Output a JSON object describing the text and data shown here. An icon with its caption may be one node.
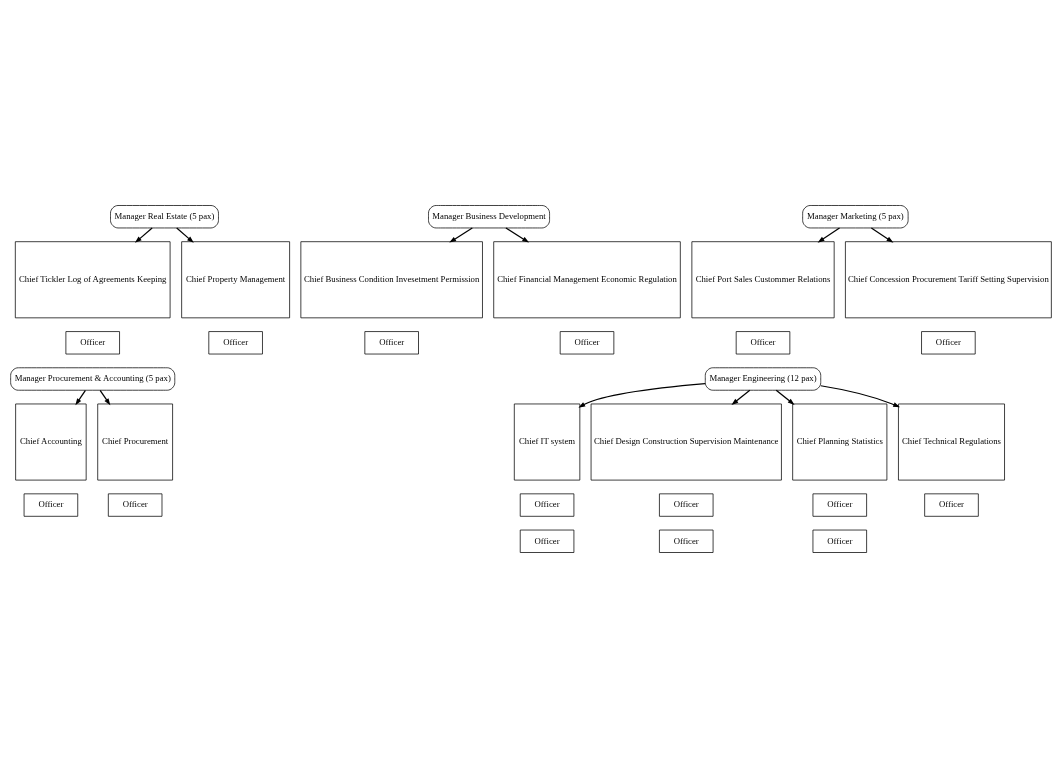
{
  "diagram": {
    "nodes": [
      {
        "text": [
          "Manager Real Estate (5 pax)"
        ]
      },
      {
        "text": [
          "Manager Business Development"
        ]
      },
      {
        "text": [
          "Manager Marketing (5 pax)"
        ]
      },
      {
        "text": [
          "Chief Tickler Log of Agreements Keeping"
        ]
      },
      {
        "text": [
          "Chief Property Management"
        ]
      },
      {
        "text": [
          "Chief Business Condition Invesetment Permission"
        ]
      },
      {
        "text": [
          "Chief Financial Management Economic Regulation"
        ]
      },
      {
        "text": [
          "Chief Port Sales Custommer Relations"
        ]
      },
      {
        "text": [
          "Chief Concession Procurement Tariff Setting Supervision"
        ]
      },
      {
        "text": [
          "Officer"
        ]
      },
      {
        "text": [
          "Officer"
        ]
      },
      {
        "text": [
          "Officer"
        ]
      },
      {
        "text": [
          "Officer"
        ]
      },
      {
        "text": [
          "Officer"
        ]
      },
      {
        "text": [
          "Officer"
        ]
      },
      {
        "text": [
          "Manager Procurement & Accounting (5 pax)"
        ]
      },
      {
        "text": [
          "Manager Engineering (12 pax)"
        ]
      },
      {
        "text": [
          "Chief Accounting"
        ]
      },
      {
        "text": [
          "Chief Procurement"
        ]
      },
      {
        "text": [
          "Chief IT system"
        ]
      },
      {
        "text": [
          "Chief Design Construction Supervision Maintenance"
        ]
      },
      {
        "text": [
          "Chief Planning Statistics"
        ]
      },
      {
        "text": [
          "Chief Technical Regulations"
        ]
      },
      {
        "text": [
          "Officer"
        ]
      },
      {
        "text": [
          "Officer"
        ]
      },
      {
        "text": [
          "Officer"
        ]
      },
      {
        "text": [
          "Officer"
        ]
      },
      {
        "text": [
          "Officer"
        ]
      },
      {
        "text": [
          "Officer"
        ]
      },
      {
        "text": [
          "Officer"
        ]
      },
      {
        "text": [
          "Officer"
        ]
      },
      {
        "text": [
          "Officer"
        ]
      }
    ],
    "edges": [
      {
        "from": 0,
        "to": 3,
        "arrow": "to"
      },
      {
        "from": 0,
        "to": 4,
        "arrow": "to"
      },
      {
        "from": 1,
        "to": 5,
        "arrow": "to"
      },
      {
        "from": 1,
        "to": 6,
        "arrow": "to"
      },
      {
        "from": 2,
        "to": 7,
        "arrow": "to"
      },
      {
        "from": 2,
        "to": 8,
        "arrow": "to"
      },
      {
        "from": 15,
        "to": 17,
        "arrow": "to"
      },
      {
        "from": 15,
        "to": 18,
        "arrow": "to"
      },
      {
        "from": 16,
        "to": 19,
        "arrow": "to"
      },
      {
        "from": 16,
        "to": 20,
        "arrow": "to"
      },
      {
        "from": 16,
        "to": 21,
        "arrow": "to"
      },
      {
        "from": 16,
        "to": 22,
        "arrow": "to"
      }
    ]
  }
}
